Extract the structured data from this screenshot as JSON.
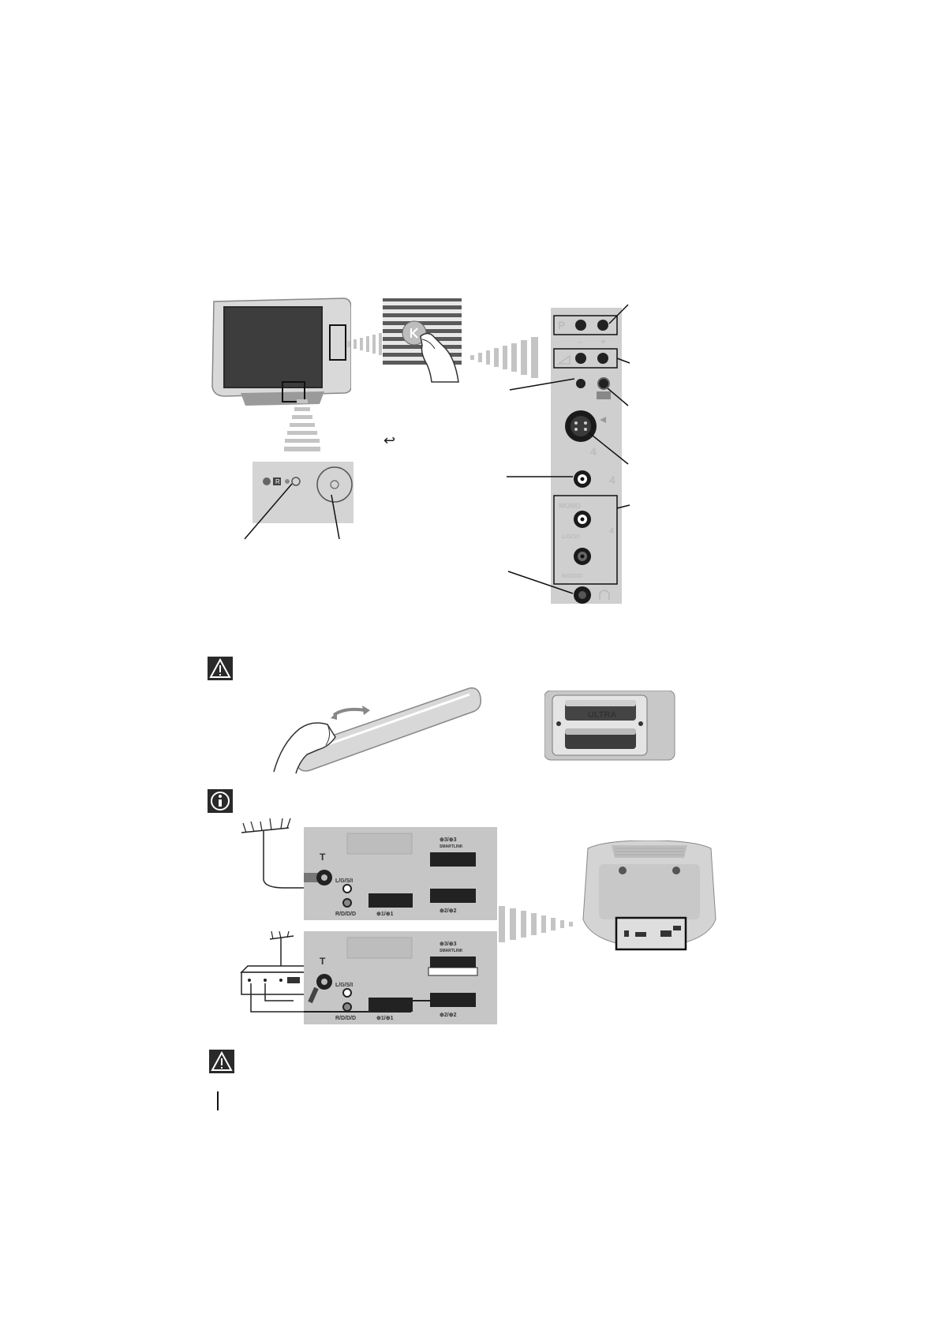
{
  "front_panel": {
    "label_p": "P",
    "label_minus": "–",
    "label_plus": "+",
    "label_svideo_num": "4",
    "label_video_num": "4",
    "label_mono": "MONO",
    "label_l": "L/G/S/I",
    "label_r": "R/D/D/D",
    "label_audio_num": "4"
  },
  "power_button_label": "↩",
  "rear_panel_top": {
    "label_l": "L/G/S/I",
    "label_r": "R/D/D/D",
    "label_scart1": "⊕1/⊕1",
    "label_scart2": "⊕2/⊕2",
    "label_scart3": "⊕3/⊕3",
    "label_smartlink": "SMARTLINK"
  },
  "rear_panel_bottom": {
    "label_l": "L/G/S/I",
    "label_r": "R/D/D/D",
    "label_scart1": "⊕1/⊕1",
    "label_scart2": "⊕2/⊕2",
    "label_scart3": "⊕3/⊕3",
    "label_smartlink": "SMARTLINK"
  },
  "battery_label": "ULTRA",
  "icons": {
    "warning_top": "warning-icon",
    "info": "info-icon",
    "warning_bottom": "warning-icon",
    "power_symbol": "power-icon"
  }
}
